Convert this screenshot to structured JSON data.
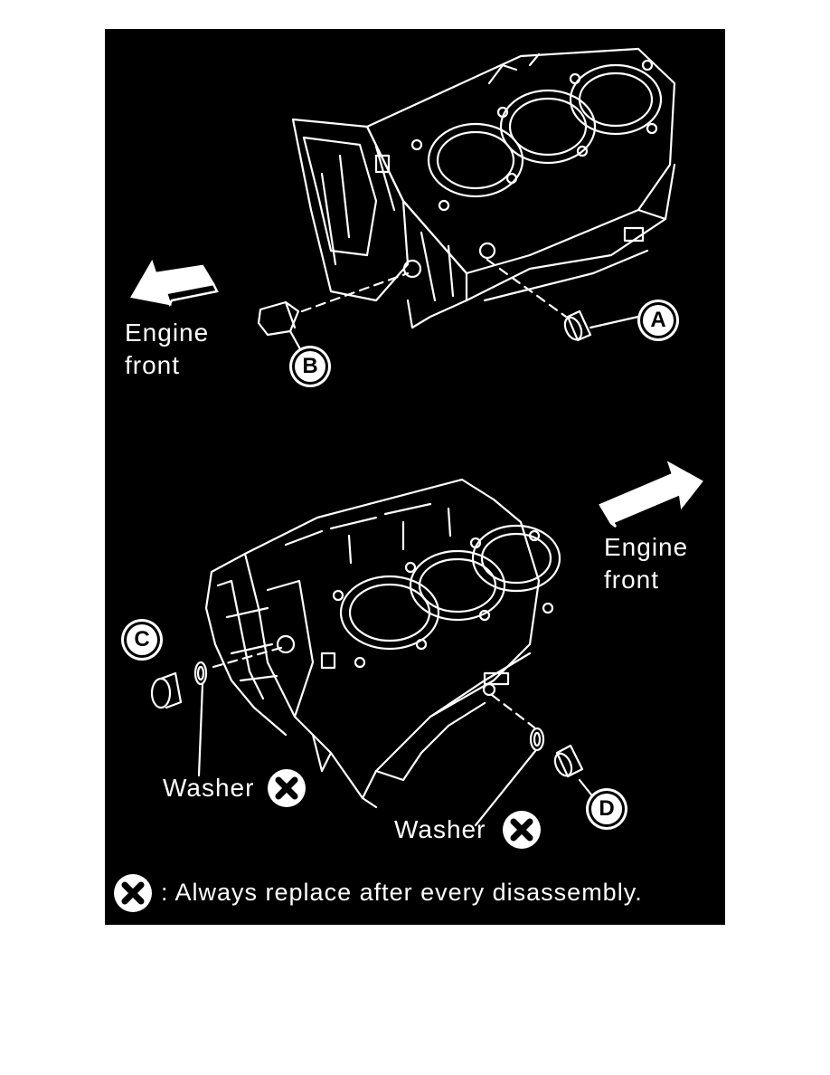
{
  "figure": {
    "colors": {
      "background": "#000000",
      "line": "#ffffff"
    },
    "top_view": {
      "direction_label": [
        "Engine",
        "front"
      ],
      "callouts": {
        "a": "A",
        "b": "B"
      },
      "arrow_icon": "arrow-left-icon"
    },
    "bottom_view": {
      "direction_label": [
        "Engine",
        "front"
      ],
      "callouts": {
        "c": "C",
        "d": "D"
      },
      "washer_left": "Washer",
      "washer_right": "Washer",
      "arrow_icon": "arrow-right-icon"
    },
    "legend": {
      "icon": "replace-x-icon",
      "text": ": Always replace after every disassembly."
    }
  }
}
